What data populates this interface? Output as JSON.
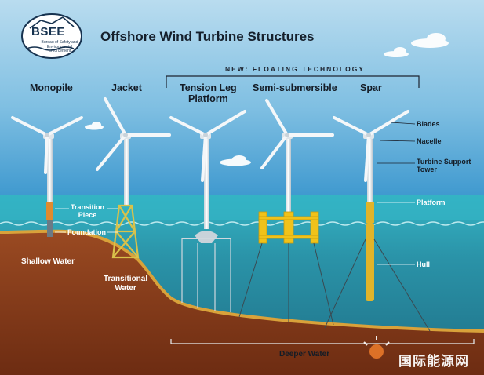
{
  "header": {
    "logo_acronym": "BSEE",
    "logo_subtitle": "Bureau of Safety and Environmental Enforcement",
    "title": "Offshore Wind Turbine Structures",
    "floating_banner": "NEW: FLOATING TECHNOLOGY"
  },
  "structures": [
    {
      "label": "Monopile"
    },
    {
      "label": "Jacket"
    },
    {
      "label": "Tension Leg\nPlatform"
    },
    {
      "label": "Semi-submersible"
    },
    {
      "label": "Spar"
    }
  ],
  "components": {
    "blades": "Blades",
    "nacelle": "Nacelle",
    "tower": "Turbine Support\nTower",
    "platform": "Platform",
    "hull": "Hull",
    "transition_piece": "Transition\nPiece",
    "foundation": "Foundation"
  },
  "depths": {
    "shallow": "Shallow Water",
    "transitional": "Transitional\nWater",
    "deeper": "Deeper Water"
  },
  "watermark": "国际能源网",
  "colors": {
    "sky": "#6fb3da",
    "sea_surface": "#1f9fb1",
    "sea_deep": "#2c7a8c",
    "seabed": "#8a3e1c",
    "seabed_edge": "#d9a23a",
    "tower": "#e8eef2",
    "transition": "#e08b2f",
    "jacket": "#d9c24a",
    "semi": "#f0c21a",
    "spar": "#e0b42a"
  }
}
